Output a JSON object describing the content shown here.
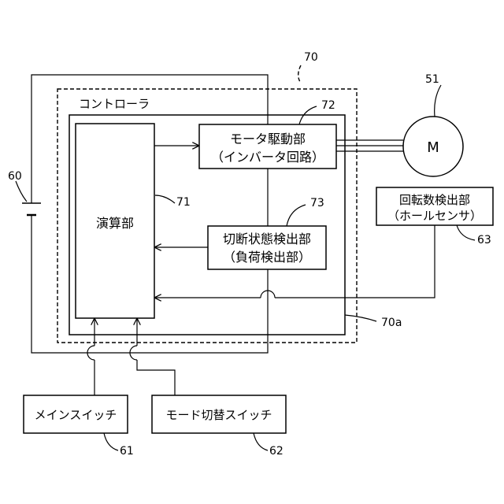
{
  "controller": {
    "ref": "70",
    "label": "コントローラ",
    "board_ref": "70a"
  },
  "motor": {
    "ref": "51",
    "symbol": "M"
  },
  "battery": {
    "ref": "60"
  },
  "blocks": {
    "arithmetic": {
      "ref": "71",
      "label": "演算部"
    },
    "motor_drive": {
      "ref": "72",
      "line1": "モータ駆動部",
      "line2": "（インバータ回路）"
    },
    "cutoff_detect": {
      "ref": "73",
      "line1": "切断状態検出部",
      "line2": "（負荷検出部）"
    },
    "rotation_detect": {
      "ref": "63",
      "line1": "回転数検出部",
      "line2": "（ホールセンサ）"
    },
    "main_switch": {
      "ref": "61",
      "label": "メインスイッチ"
    },
    "mode_switch": {
      "ref": "62",
      "label": "モード切替スイッチ"
    }
  }
}
